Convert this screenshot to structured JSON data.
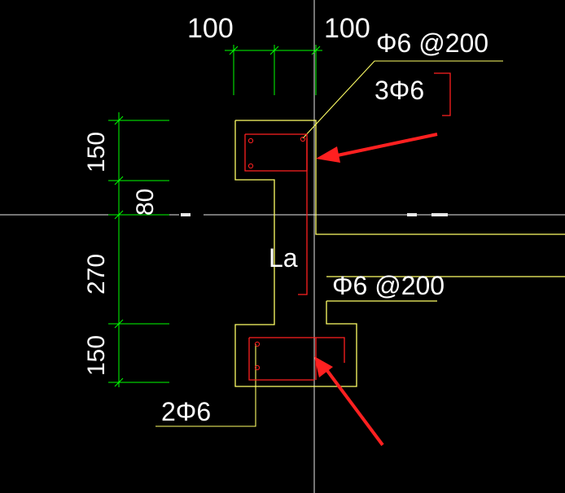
{
  "colors": {
    "background": "#000000",
    "axis": "#ffffff",
    "outline": "#ffff66",
    "rebar": "#ff2020",
    "dimension": "#00ff00",
    "text": "#ffffff",
    "arrow": "#ff2020"
  },
  "dimensions": {
    "top_left": "100",
    "top_right": "100",
    "left_1": "150",
    "left_2": "80",
    "left_3": "270",
    "left_4": "150"
  },
  "labels": {
    "top_stirrup": "Φ6 @200",
    "top_bars": "3Φ6",
    "anchorage": "La",
    "bottom_stirrup": "Φ6 @200",
    "bottom_bars": "2Φ6"
  }
}
